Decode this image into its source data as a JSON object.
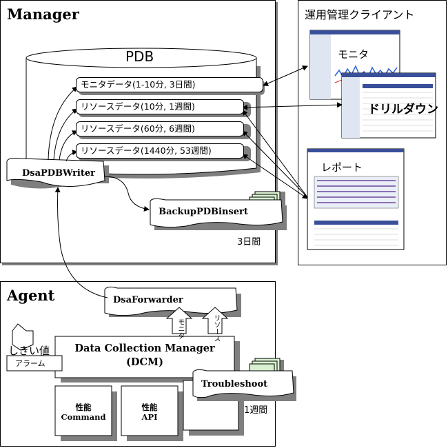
{
  "manager": {
    "title": "Manager"
  },
  "client": {
    "title": "運用管理クライアント"
  },
  "agent": {
    "title": "Agent"
  },
  "pdb": {
    "label": "PDB",
    "records": [
      "モニタデータ(1-10分, 3日間)",
      "リソースデータ(10分, 1週間)",
      "リソースデータ(60分, 6週間)",
      "リソースデータ(1440分, 53週間)"
    ]
  },
  "processes": {
    "writer": "DsaPDBWriter",
    "backup": "BackupPDBinsert",
    "backup_retention": "3日間",
    "forwarder": "DsaForwarder",
    "troubleshoot": "Troubleshoot",
    "troubleshoot_retention": "1週間"
  },
  "dcm": {
    "line1": "Data Collection Manager",
    "line2": "(DCM)"
  },
  "flows": {
    "monitor": "モニタ",
    "resource": "リソース"
  },
  "threshold": {
    "label1": "しきい値",
    "label2": "アラーム"
  },
  "performance": [
    {
      "label1": "性能",
      "label2": "Command"
    },
    {
      "label1": "性能",
      "label2": "API"
    }
  ],
  "screens": {
    "monitor": "モニタ",
    "drilldown": "ドリルダウン",
    "report": "レポート"
  }
}
